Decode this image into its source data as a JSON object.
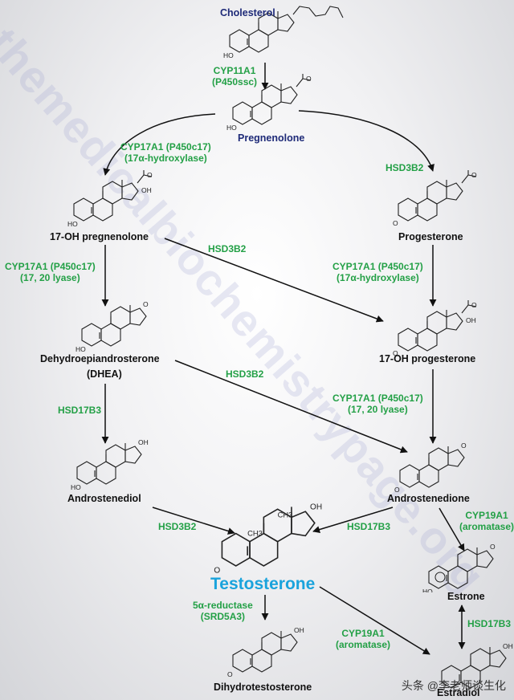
{
  "watermark": "themedicalbiochemistrypage.org",
  "footer": "头条 @李老师谈生化",
  "compounds": {
    "cholesterol": "Cholesterol",
    "pregnenolone": "Pregnenolone",
    "oh_pregnenolone": "17-OH pregnenolone",
    "progesterone": "Progesterone",
    "oh_progesterone": "17-OH progesterone",
    "dhea": "Dehydroepiandrosterone",
    "dhea_abbr": "(DHEA)",
    "androstenediol": "Androstenediol",
    "androstenedione": "Androstenedione",
    "testosterone": "Testosterone",
    "estrone": "Estrone",
    "estradiol": "Estradiol",
    "dht": "Dihydrotestosterone"
  },
  "enzymes": {
    "cyp11a1": [
      "CYP11A1",
      "(P450ssc)"
    ],
    "cyp17a1_hydroxylase_a": [
      "CYP17A1 (P450c17)",
      "(17α-hydroxylase)"
    ],
    "hsd3b2_a": "HSD3B2",
    "cyp17a1_lyase_a": [
      "CYP17A1 (P450c17)",
      "(17, 20 lyase)"
    ],
    "hsd3b2_b": "HSD3B2",
    "cyp17a1_hydroxylase_b": [
      "CYP17A1 (P450c17)",
      "(17α-hydroxylase)"
    ],
    "hsd3b2_c": "HSD3B2",
    "cyp17a1_lyase_b": [
      "CYP17A1 (P450c17)",
      "(17, 20 lyase)"
    ],
    "hsd17b3_a": "HSD17B3",
    "hsd3b2_d": "HSD3B2",
    "hsd17b3_b": "HSD17B3",
    "cyp19a1_a": [
      "CYP19A1",
      "(aromatase)"
    ],
    "reductase": [
      "5α-reductase",
      "(SRD5A3)"
    ],
    "cyp19a1_b": [
      "CYP19A1",
      "(aromatase)"
    ],
    "hsd17b3_c": "HSD17B3"
  },
  "atom_labels": {
    "oh": "OH",
    "ho": "HO",
    "o": "O",
    "ch3": "CH3"
  }
}
